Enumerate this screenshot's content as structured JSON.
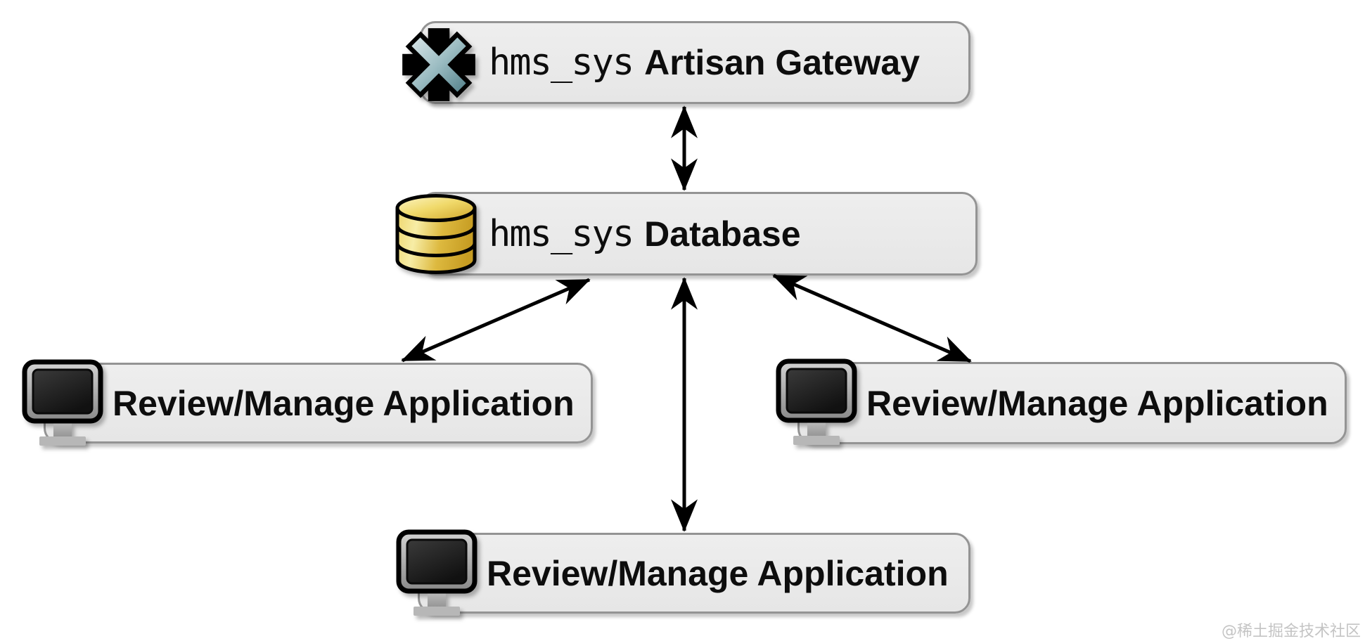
{
  "nodes": [
    {
      "id": "artisan-gateway",
      "icon": "asterisk-icon",
      "label_mono": "hms_sys",
      "label_main": "Artisan Gateway"
    },
    {
      "id": "database",
      "icon": "database-icon",
      "label_mono": "hms_sys",
      "label_main": "Database"
    },
    {
      "id": "review-manage-left",
      "icon": "monitor-icon",
      "label_main": "Review/Manage Application"
    },
    {
      "id": "review-manage-right",
      "icon": "monitor-icon",
      "label_main": "Review/Manage Application"
    },
    {
      "id": "review-manage-bottom",
      "icon": "monitor-icon",
      "label_main": "Review/Manage Application"
    }
  ],
  "edges": [
    {
      "from": "artisan-gateway",
      "to": "database",
      "style": "double-headed-arrow"
    },
    {
      "from": "database",
      "to": "review-manage-left",
      "style": "double-headed-arrow"
    },
    {
      "from": "database",
      "to": "review-manage-bottom",
      "style": "double-headed-arrow"
    },
    {
      "from": "database",
      "to": "review-manage-right",
      "style": "double-headed-arrow"
    }
  ],
  "colors": {
    "box_fill": "#e9e9e9",
    "box_border": "#949494",
    "arrow": "#000000",
    "text": "#0d0d0d",
    "asterisk_teal": "#8fb2b9",
    "database_gold": "#e0bc42",
    "monitor_screen": "#1d1d1d",
    "watermark": "#c4c4c4"
  },
  "watermark": "@稀土掘金技术社区"
}
